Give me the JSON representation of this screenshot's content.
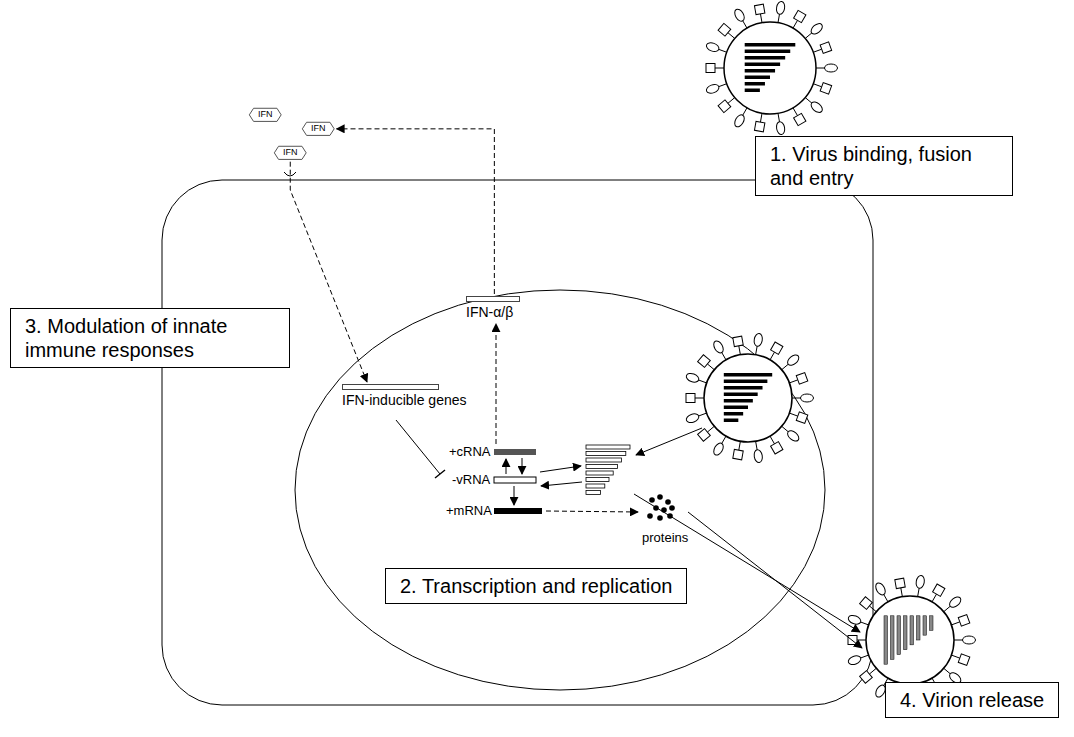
{
  "diagram": {
    "nodes": [
      {
        "text": [
          "IFN"
        ]
      },
      {
        "text": [
          "IFN"
        ]
      },
      {
        "text": [
          "IFN"
        ]
      },
      {
        "text": [
          "1. Virus binding, fusion and entry"
        ]
      },
      {
        "text": [
          "3. Modulation of innate immune responses"
        ]
      },
      {
        "text": [
          "IFN-α/β"
        ]
      },
      {
        "text": [
          "IFN-inducible genes"
        ]
      },
      {
        "text": [
          "2. Transcription and replication"
        ]
      },
      {
        "text": [
          "4. Virion release"
        ]
      }
    ],
    "edges": [
      {
        "from": 5,
        "to": 1,
        "arrow": "to"
      },
      {
        "from": 2,
        "to": 6,
        "arrow": "to"
      }
    ],
    "labels": [
      "+cRNA",
      "-vRNA",
      "+mRNA",
      "proteins"
    ]
  }
}
